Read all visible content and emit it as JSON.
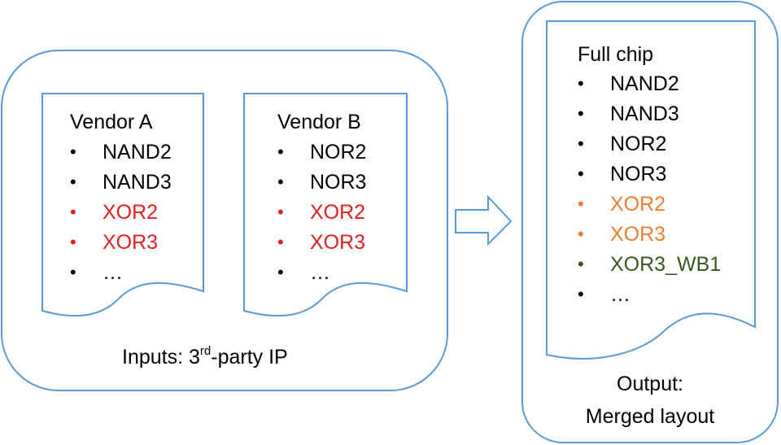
{
  "colors": {
    "border": "#5b9bd5",
    "default_text": "#000000",
    "conflict_red": "#e02020",
    "renamed_orange": "#ed7d31",
    "new_green": "#385723"
  },
  "inputs": {
    "caption_prefix": "Inputs: 3",
    "caption_superscript": "rd",
    "caption_suffix": "-party IP",
    "vendor_a": {
      "title": "Vendor A",
      "items": [
        {
          "text": "NAND2",
          "color": "#000000"
        },
        {
          "text": "NAND3",
          "color": "#000000"
        },
        {
          "text": "XOR2",
          "color": "#e02020"
        },
        {
          "text": "XOR3",
          "color": "#e02020"
        },
        {
          "text": "…",
          "color": "#000000"
        }
      ]
    },
    "vendor_b": {
      "title": "Vendor B",
      "items": [
        {
          "text": "NOR2",
          "color": "#000000"
        },
        {
          "text": "NOR3",
          "color": "#000000"
        },
        {
          "text": "XOR2",
          "color": "#e02020"
        },
        {
          "text": "XOR3",
          "color": "#e02020"
        },
        {
          "text": "…",
          "color": "#000000"
        }
      ]
    }
  },
  "output": {
    "caption_line1": "Output:",
    "caption_line2": "Merged layout",
    "full_chip": {
      "title": "Full chip",
      "items": [
        {
          "text": "NAND2",
          "color": "#000000"
        },
        {
          "text": "NAND3",
          "color": "#000000"
        },
        {
          "text": "NOR2",
          "color": "#000000"
        },
        {
          "text": "NOR3",
          "color": "#000000"
        },
        {
          "text": "XOR2",
          "color": "#ed7d31"
        },
        {
          "text": "XOR3",
          "color": "#ed7d31"
        },
        {
          "text": "XOR3_WB1",
          "color": "#385723"
        },
        {
          "text": "…",
          "color": "#000000"
        }
      ]
    }
  }
}
